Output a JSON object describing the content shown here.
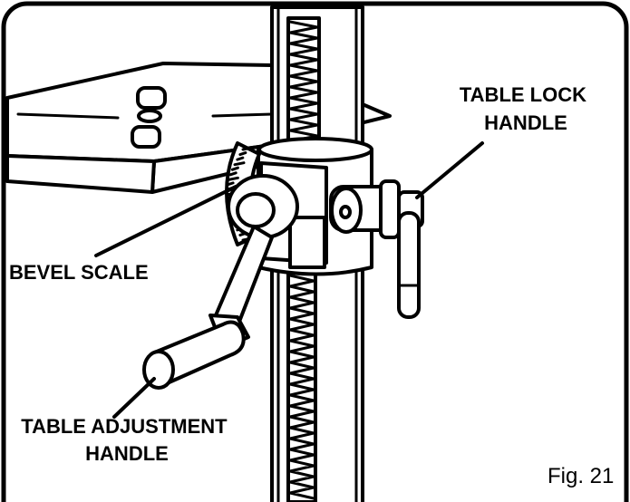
{
  "labels": {
    "table_lock": [
      "TABLE LOCK",
      "HANDLE"
    ],
    "bevel_scale": "BEVEL SCALE",
    "table_adjustment": [
      "TABLE ADJUSTMENT",
      "HANDLE"
    ]
  },
  "caption": "Fig. 21"
}
